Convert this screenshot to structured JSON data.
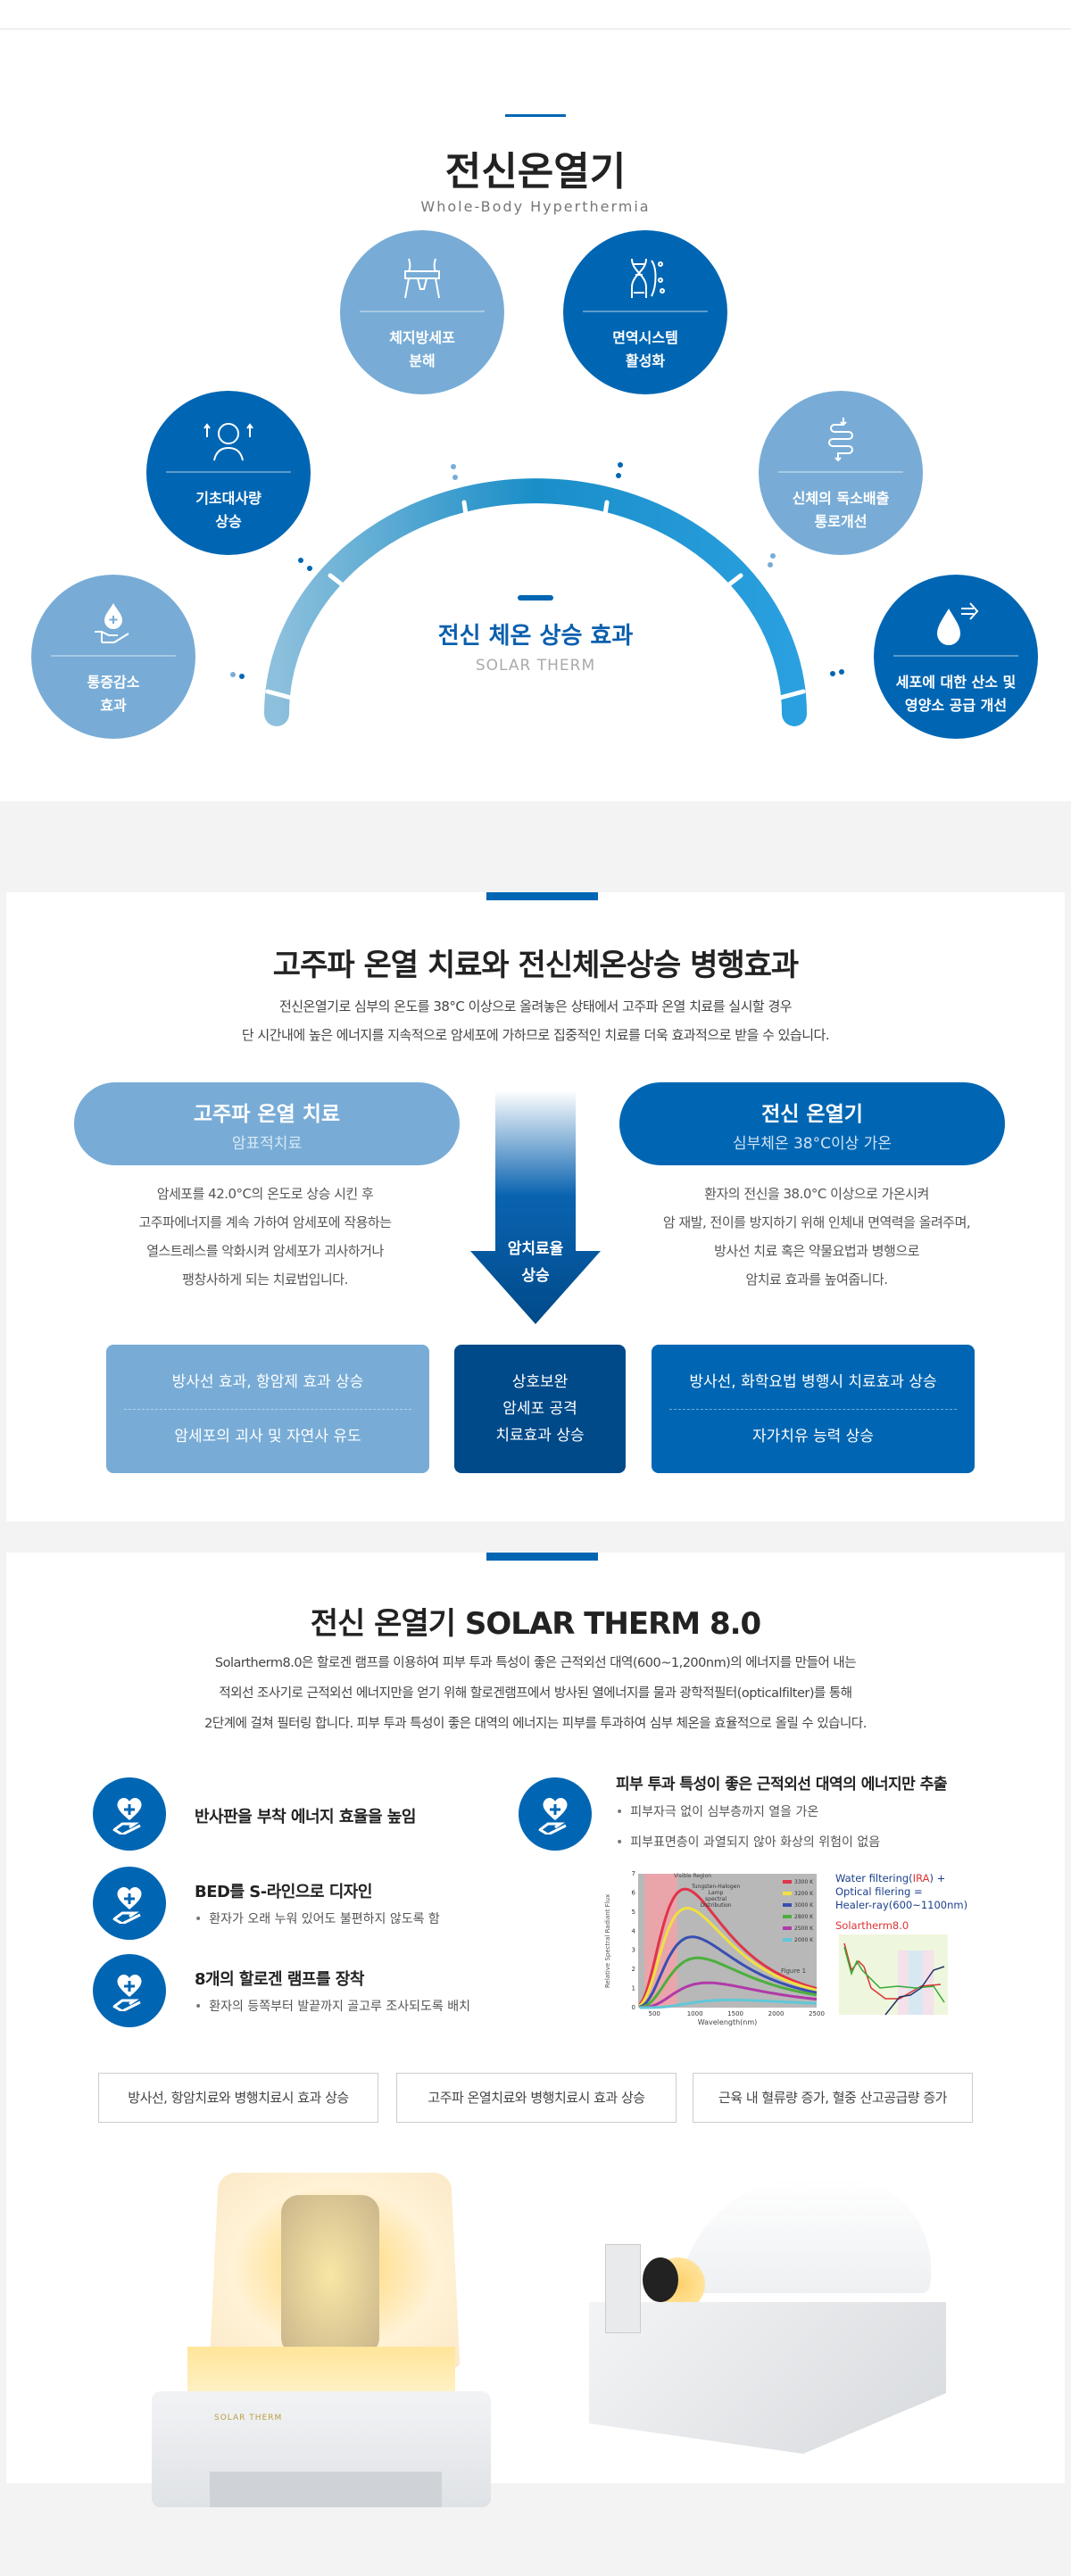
{
  "section1": {
    "title": "전신온열기",
    "subtitle": "Whole-Body Hyperthermia",
    "center_title": "전신 체온 상승 효과",
    "center_sub": "SOLAR THERM",
    "items": [
      {
        "l1": "통증감소",
        "l2": "효과",
        "icon": "hand-drop-icon"
      },
      {
        "l1": "기초대사량",
        "l2": "상승",
        "icon": "person-arrows-icon"
      },
      {
        "l1": "체지방세포",
        "l2": "분해",
        "icon": "waist-icon"
      },
      {
        "l1": "면역시스템",
        "l2": "활성화",
        "icon": "dna-icon"
      },
      {
        "l1": "신체의 독소배출",
        "l2": "통로개선",
        "icon": "intestine-icon"
      },
      {
        "l1": "세포에 대한 산소 및",
        "l2": "영양소 공급 개선",
        "icon": "drop-arrow-icon"
      }
    ]
  },
  "section2": {
    "title": "고주파 온열 치료와 전신체온상승 병행효과",
    "para": [
      "전신온열기로 심부의 온도를 38°C 이상으로 올려놓은 상태에서 고주파 온열 치료를 실시할 경우",
      "단 시간내에 높은 에너지를 지속적으로 암세포에 가하므로 집중적인 치료를 더욱 효과적으로 받을 수 있습니다."
    ],
    "left_pill": {
      "title": "고주파 온열 치료",
      "sub": "암표적치료"
    },
    "right_pill": {
      "title": "전신 온열기",
      "sub": "심부체온 38°C이상 가온"
    },
    "left_desc": [
      "암세포를 42.0°C의 온도로 상승 시킨 후",
      "고주파에너지를 계속 가하여 암세포에 작용하는",
      "열스트레스를 악화시켜 암세포가 괴사하거나",
      "팽창사하게 되는 치료법입니다."
    ],
    "right_desc": [
      "환자의 전신을 38.0°C 이상으로 가온시켜",
      "암 재발, 전이를 방지하기 위해 인체내 면역력을 올려주며,",
      "방사선 치료 혹은 약물요법과 병행으로",
      "암치료 효과를 높여줍니다."
    ],
    "arrow": [
      "암치료율",
      "상승"
    ],
    "box_left": [
      "방사선 효과, 항암제 효과 상승",
      "암세포의 괴사 및 자연사 유도"
    ],
    "box_mid": [
      "상호보완",
      "암세포 공격",
      "치료효과 상승"
    ],
    "box_right": [
      "방사선, 화학요법 병행시 치료효과 상승",
      "자가치유 능력 상승"
    ]
  },
  "section3": {
    "title": "전신 온열기 SOLAR THERM 8.0",
    "para": [
      "Solartherm8.0은 할로겐 램프를 이용하여 피부 투과 특성이 좋은 근적외선 대역(600~1,200nm)의 에너지를 만들어 내는",
      "적외선 조사기로 근적외선 에너지만을 얻기 위해 할로겐램프에서 방사된 열에너지를 물과 광학적필터(opticalfilter)를 통해",
      "2단계에 걸쳐 필터링 합니다. 피부 투과 특성이 좋은 대역의 에너지는 피부를 투과하여 심부 체온을 효율적으로 올릴 수 있습니다."
    ],
    "features": [
      {
        "title": "반사판을 부착 에너지 효율을 높임",
        "bullets": []
      },
      {
        "title": "BED를 S-라인으로 디자인",
        "bullets": [
          "환자가 오래 누워 있어도 불편하지 않도록 함"
        ]
      },
      {
        "title": "8개의 할로겐 램프를 장착",
        "bullets": [
          "환자의 등쪽부터 발끝까지 골고루 조사되도록 배치"
        ]
      },
      {
        "title": "피부 투과 특성이 좋은 근적외선 대역의 에너지만 추출",
        "bullets": [
          "피부자극 없이 심부층까지 열을 가온",
          "피부표면층이 과열되지 않아 화상의 위험이 없음"
        ]
      }
    ],
    "figure": {
      "ylabel": "Relative Spectral Radiant Flux",
      "xlabel": "Wavelength(nm)",
      "visible": "Visible Region",
      "caption": [
        "Tungsten-Halogen",
        "Lamp",
        "spectral",
        "Distribution"
      ],
      "fig": "Figure 1",
      "xticks": [
        "500",
        "1000",
        "1500",
        "2000",
        "2500"
      ],
      "yticks": [
        "0",
        "1",
        "2",
        "3",
        "4",
        "5",
        "6",
        "7"
      ],
      "legend": [
        {
          "label": "3300 K",
          "color": "#e0344a"
        },
        {
          "label": "3200 K",
          "color": "#f0e040"
        },
        {
          "label": "3000 K",
          "color": "#3a4fb0"
        },
        {
          "label": "2800 K",
          "color": "#4caf3c"
        },
        {
          "label": "2500 K",
          "color": "#b03aa8"
        },
        {
          "label": "2000 K",
          "color": "#60c8d8"
        }
      ],
      "note1": "Water filtering(",
      "note1_red": "IRA",
      "note1_end": ") +",
      "note2": "Optical filering =",
      "note3": "Healer-ray(600~1100nm)",
      "note4": "Solartherm8.0"
    },
    "effects": [
      "방사선, 항암치료와 병행치료시 효과 상승",
      "고주파 온열치료와 병행치료시 효과 상승",
      "근육 내 혈류량 증가, 혈중 산고공급량 증가"
    ],
    "brand": "SOLAR THERM"
  }
}
